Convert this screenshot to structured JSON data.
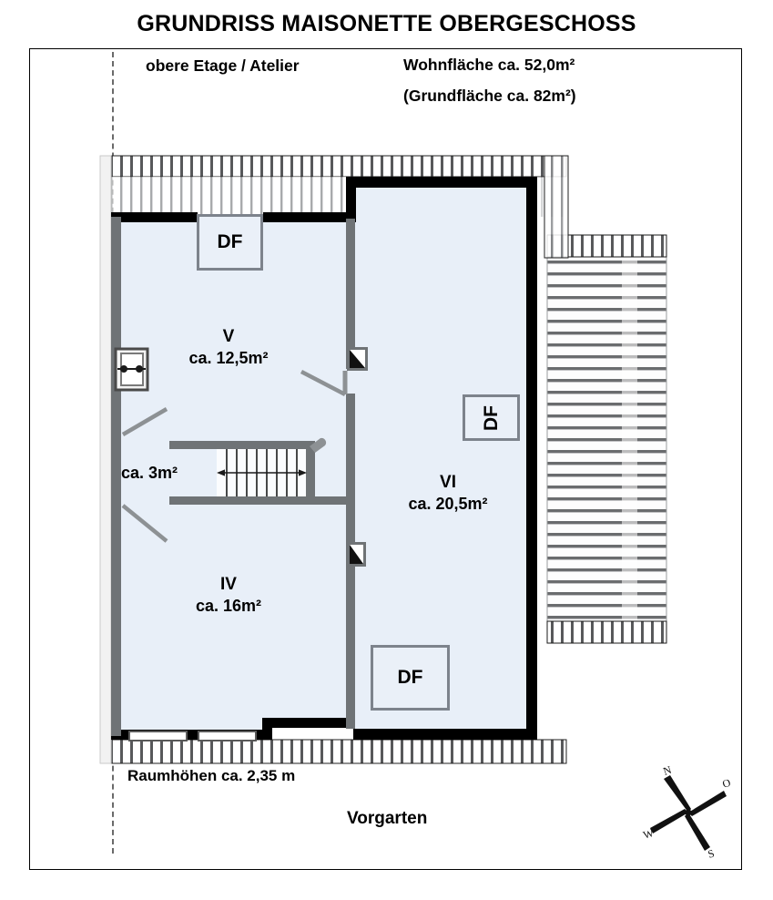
{
  "title": "GRUNDRISS MAISONETTE OBERGESCHOSS",
  "header": {
    "left_label": "obere Etage / Atelier",
    "living_area": "Wohnfläche ca. 52,0m²",
    "base_area": "(Grundfläche ca. 82m²)"
  },
  "rooms": [
    {
      "id": "V",
      "number": "V",
      "area": "ca. 12,5m²"
    },
    {
      "id": "VI",
      "number": "VI",
      "area": "ca. 20,5m²"
    },
    {
      "id": "IV",
      "number": "IV",
      "area": "ca. 16m²"
    },
    {
      "id": "hall",
      "number": "",
      "area": "ca. 3m²"
    }
  ],
  "roof_windows": [
    {
      "label": "DF",
      "position": "top-left"
    },
    {
      "label": "DF",
      "position": "right-middle-rotated"
    },
    {
      "label": "DF",
      "position": "bottom-center"
    }
  ],
  "footer": {
    "room_height": "Raumhöhen ca. 2,35 m",
    "front_garden": "Vorgarten"
  },
  "compass": {
    "north": "N",
    "east": "O",
    "south": "S",
    "west": "W"
  },
  "colors": {
    "room_fill": "#e8eff8",
    "wall_dark": "#000000",
    "wall_grey": "#6f7376",
    "df_border": "#7d838c",
    "hatch": "#58595b",
    "boundary": "#6a6a6a"
  }
}
